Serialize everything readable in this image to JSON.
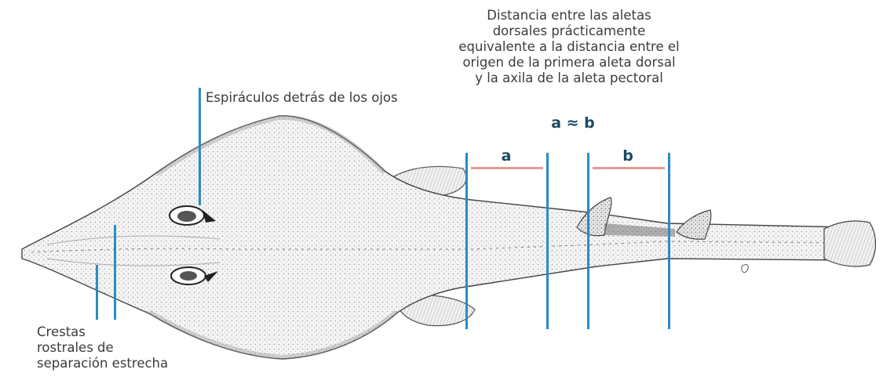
{
  "annotations": {
    "spiracles": "Espiráculos detrás de los ojos",
    "rostral_ridges_lines": [
      "Crestas",
      "rostrales de",
      "separación estrecha"
    ],
    "fin_ratio_lines": [
      "Distancia entre las aletas",
      "dorsales prácticamente",
      "equivalente a la distancia entre el",
      "origen de la primera aleta dorsal",
      "y la axila de la aleta pectoral"
    ],
    "formula": "a ≈ b",
    "label_a": "a",
    "label_b": "b"
  },
  "colors": {
    "guide_line": "#2a8cc4",
    "measure_line": "#e89894",
    "formula_text": "#1c4a63"
  },
  "illustration": "guitarfish-dorsal-view"
}
